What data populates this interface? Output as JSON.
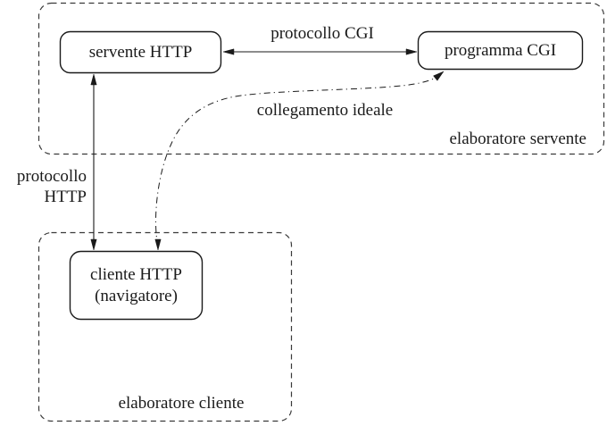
{
  "colors": {
    "ink": "#1a1a1a",
    "dash": "#3a3a3a",
    "background": "#ffffff"
  },
  "containers": {
    "server": {
      "label": "elaboratore servente"
    },
    "client": {
      "label": "elaboratore cliente"
    }
  },
  "nodes": {
    "http_server": {
      "label": "servente HTTP"
    },
    "cgi_program": {
      "label": "programma CGI"
    },
    "http_client": {
      "line1": "cliente HTTP",
      "line2": "(navigatore)"
    }
  },
  "edges": {
    "cgi_protocol": {
      "label": "protocollo CGI",
      "style": "solid-double-arrow"
    },
    "http_protocol": {
      "line1": "protocollo",
      "line2": "HTTP",
      "style": "solid-double-arrow"
    },
    "ideal_link": {
      "label": "collegamento ideale",
      "style": "dash-dot-double-arrow"
    }
  }
}
